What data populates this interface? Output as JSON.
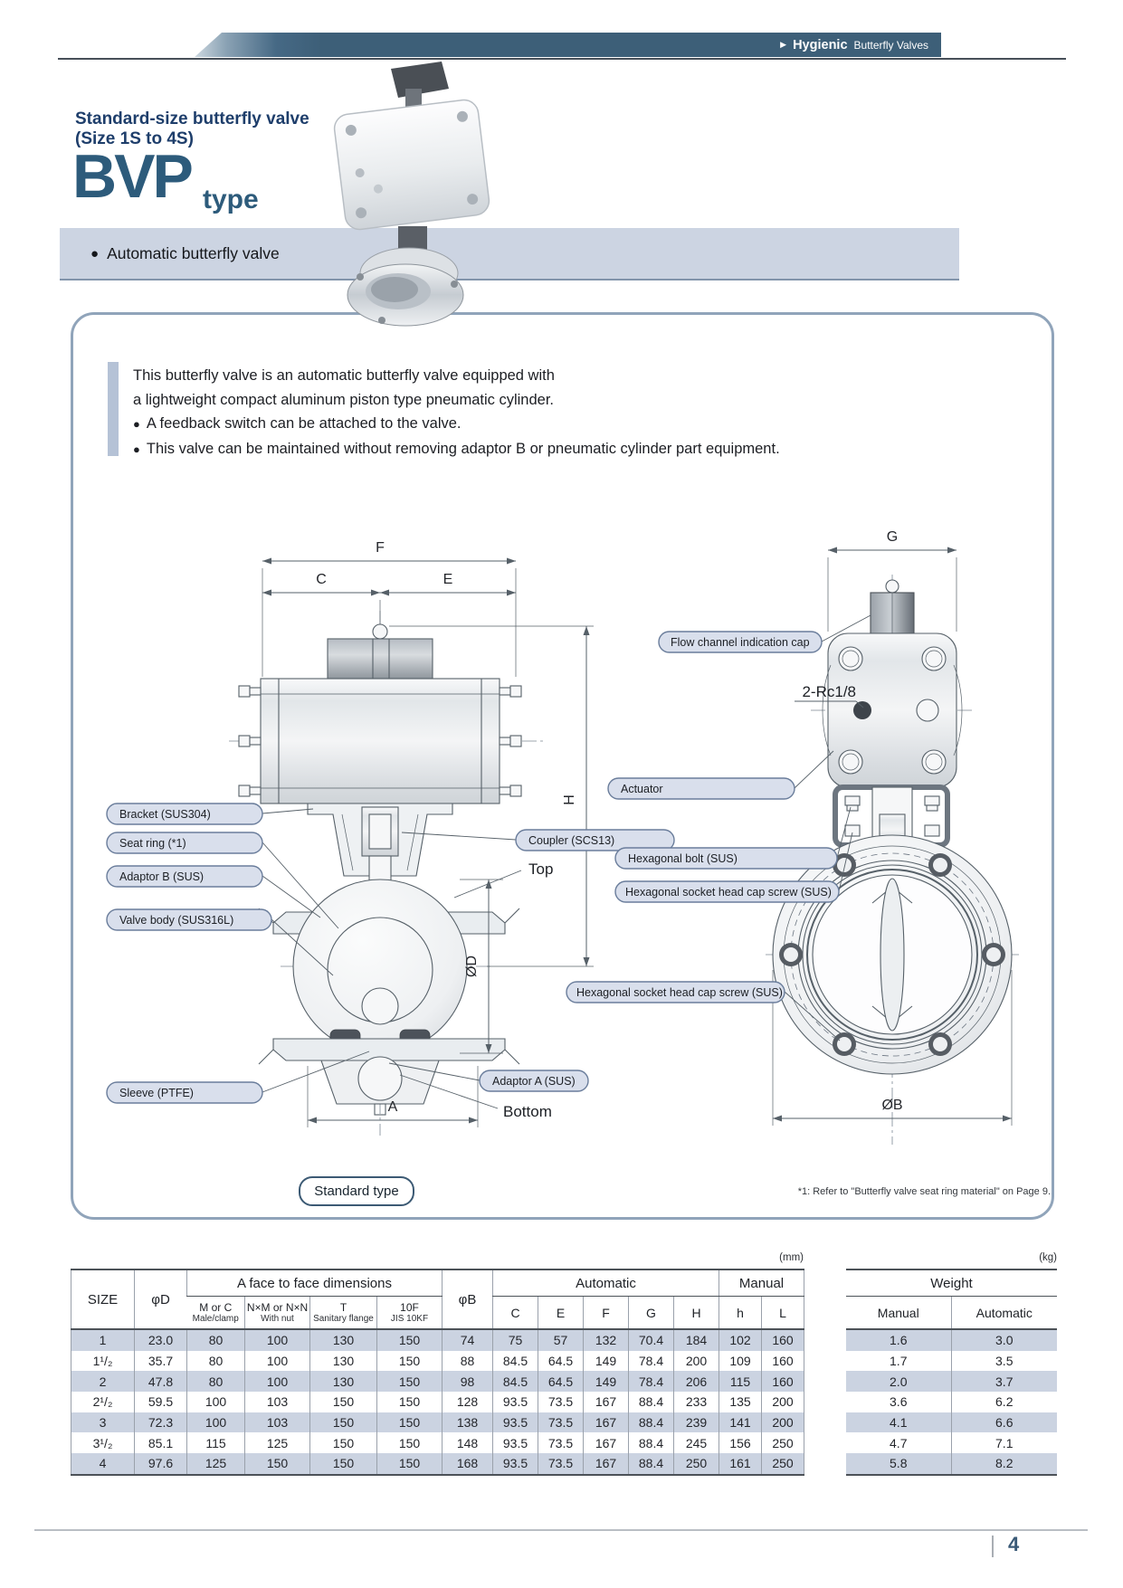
{
  "header": {
    "arrow": "▶",
    "brand_bold": "Hygienic",
    "brand_rest": "Butterfly Valves"
  },
  "title": {
    "line1": "Standard-size butterfly valve",
    "line2": "(Size 1S to 4S)",
    "model": "BVP",
    "model_suffix": "type",
    "bullet": "●",
    "subtitle": "Automatic butterfly valve"
  },
  "description": {
    "para": [
      "This butterfly valve is an automatic butterfly valve equipped with",
      "a lightweight compact aluminum piston type pneumatic cylinder."
    ],
    "bullet": "●",
    "bullets": [
      "A feedback switch can be attached to the valve.",
      "This valve can be maintained without removing adaptor B or pneumatic cylinder part equipment."
    ]
  },
  "diagram": {
    "dims": {
      "F": "F",
      "C": "C",
      "E": "E",
      "H": "H",
      "phiD": "ØD",
      "A": "A",
      "G": "G",
      "phiB": "ØB"
    },
    "callouts": {
      "bracket": "Bracket (SUS304)",
      "seat_ring": "Seat ring (*1)",
      "adaptor_b": "Adaptor B (SUS)",
      "valve_body": "Valve body (SUS316L)",
      "sleeve": "Sleeve (PTFE)",
      "coupler": "Coupler (SCS13)",
      "top": "Top",
      "bottom": "Bottom",
      "adaptor_a": "Adaptor A (SUS)",
      "flow_cap": "Flow channel indication cap",
      "actuator": "Actuator",
      "hex_bolt": "Hexagonal bolt (SUS)",
      "hex_socket_1": "Hexagonal socket head cap screw (SUS)",
      "hex_socket_2": "Hexagonal socket head cap screw (SUS)",
      "port": "2-Rc1/8"
    },
    "caption": "Standard type",
    "footnote": "*1: Refer to \"Butterfly valve seat ring material\" on Page 9."
  },
  "dims_table": {
    "unit": "(mm)",
    "headers": {
      "size": "SIZE",
      "phi_d": "φD",
      "face_group": "A  face to face dimensions",
      "face_cols": [
        {
          "top": "M or C",
          "bottom": "Male/clamp"
        },
        {
          "top": "N×M or N×N",
          "bottom": "With nut"
        },
        {
          "top": "T",
          "bottom": "Sanitary flange"
        },
        {
          "top": "10F",
          "bottom": "JIS 10KF"
        }
      ],
      "phi_b": "φB",
      "auto_group": "Automatic",
      "auto_cols": [
        "C",
        "E",
        "F",
        "G",
        "H"
      ],
      "manual_group": "Manual",
      "manual_cols": [
        "h",
        "L"
      ]
    },
    "rows": [
      [
        "1",
        "23.0",
        "80",
        "100",
        "130",
        "150",
        "74",
        "75",
        "57",
        "132",
        "70.4",
        "184",
        "102",
        "160"
      ],
      [
        "1¹/₂",
        "35.7",
        "80",
        "100",
        "130",
        "150",
        "88",
        "84.5",
        "64.5",
        "149",
        "78.4",
        "200",
        "109",
        "160"
      ],
      [
        "2",
        "47.8",
        "80",
        "100",
        "130",
        "150",
        "98",
        "84.5",
        "64.5",
        "149",
        "78.4",
        "206",
        "115",
        "160"
      ],
      [
        "2¹/₂",
        "59.5",
        "100",
        "103",
        "150",
        "150",
        "128",
        "93.5",
        "73.5",
        "167",
        "88.4",
        "233",
        "135",
        "200"
      ],
      [
        "3",
        "72.3",
        "100",
        "103",
        "150",
        "150",
        "138",
        "93.5",
        "73.5",
        "167",
        "88.4",
        "239",
        "141",
        "200"
      ],
      [
        "3¹/₂",
        "85.1",
        "115",
        "125",
        "150",
        "150",
        "148",
        "93.5",
        "73.5",
        "167",
        "88.4",
        "245",
        "156",
        "250"
      ],
      [
        "4",
        "97.6",
        "125",
        "150",
        "150",
        "150",
        "168",
        "93.5",
        "73.5",
        "167",
        "88.4",
        "250",
        "161",
        "250"
      ]
    ]
  },
  "weight_table": {
    "unit": "(kg)",
    "title": "Weight",
    "cols": [
      "Manual",
      "Automatic"
    ],
    "rows": [
      [
        "1.6",
        "3.0"
      ],
      [
        "1.7",
        "3.5"
      ],
      [
        "2.0",
        "3.7"
      ],
      [
        "3.6",
        "6.2"
      ],
      [
        "4.1",
        "6.6"
      ],
      [
        "4.7",
        "7.1"
      ],
      [
        "5.8",
        "8.2"
      ]
    ]
  },
  "footer": {
    "page": "4"
  }
}
